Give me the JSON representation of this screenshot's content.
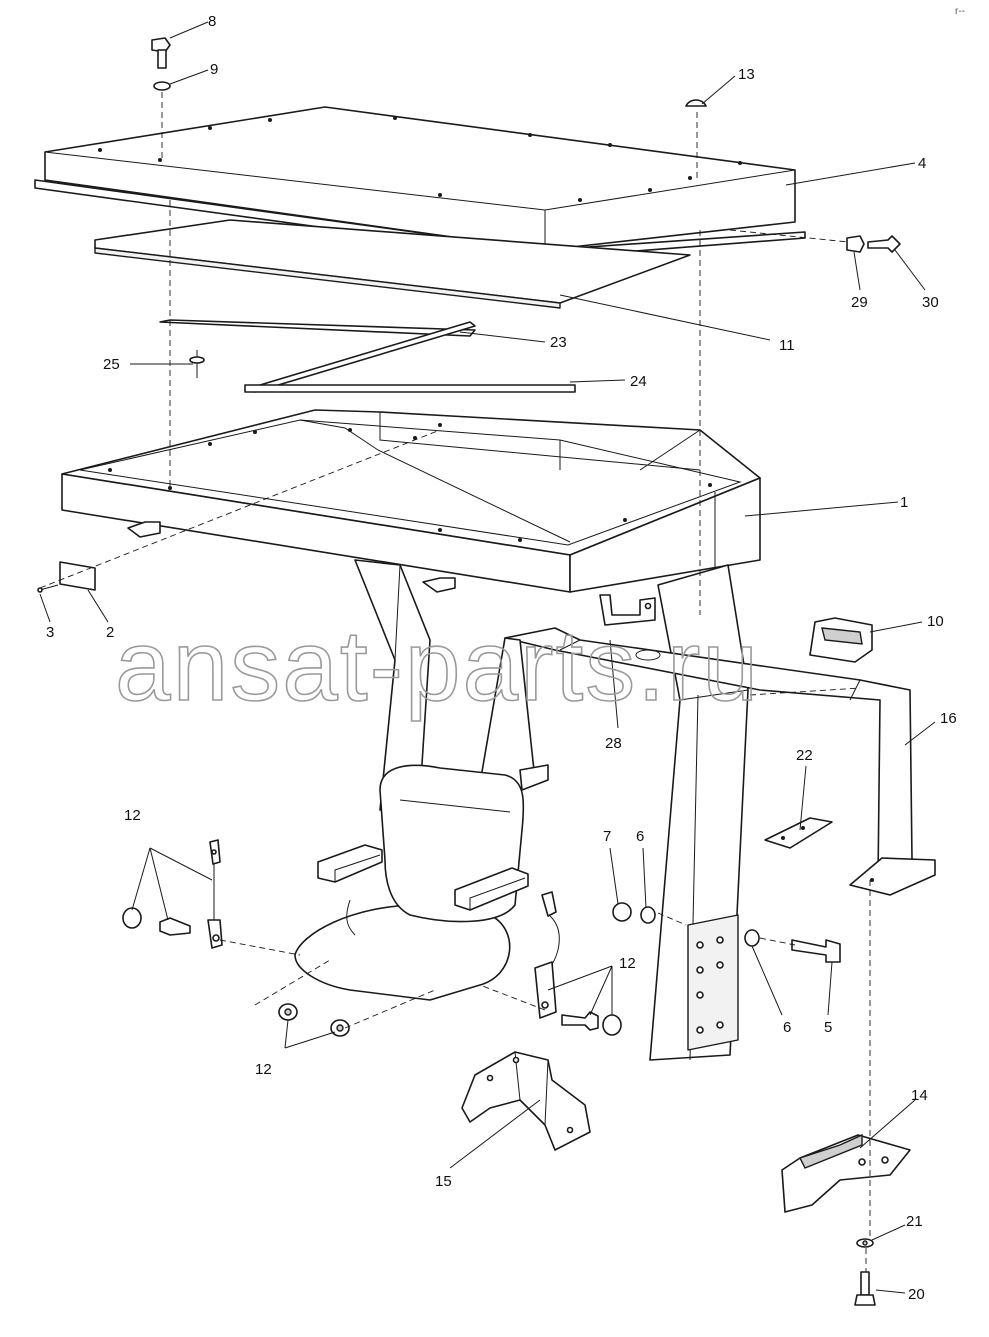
{
  "diagram": {
    "watermark": "ansat-parts.ru",
    "corner_mark": "r--",
    "callouts": {
      "c8": "8",
      "c9": "9",
      "c13": "13",
      "c4": "4",
      "c29": "29",
      "c30": "30",
      "c11": "11",
      "c23": "23",
      "c25": "25",
      "c24": "24",
      "c1": "1",
      "c2": "2",
      "c3": "3",
      "c10": "10",
      "c28": "28",
      "c16": "16",
      "c22": "22",
      "c12a": "12",
      "c7": "7",
      "c6a": "6",
      "c12b": "12",
      "c6b": "6",
      "c5": "5",
      "c12c": "12",
      "c14": "14",
      "c15": "15",
      "c21": "21",
      "c20": "20"
    }
  }
}
